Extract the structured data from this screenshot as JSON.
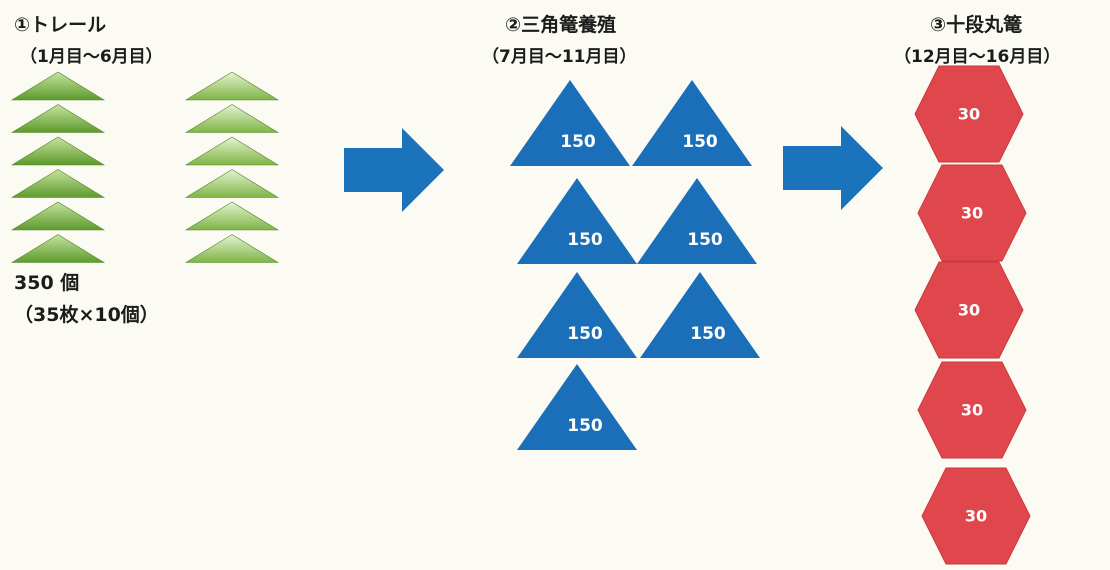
{
  "stage1": {
    "title": "①トレール",
    "period": "（1月目～6月目）",
    "count": "350 個",
    "breakdown": "（35枚×10個）",
    "color": "#7fb446"
  },
  "stage2": {
    "title": "②三角篭養殖",
    "period": "（7月目～11月目）",
    "color": "#1a6fb8",
    "cages": [
      "150",
      "150",
      "150",
      "150",
      "150",
      "150",
      "150"
    ]
  },
  "stage3": {
    "title": "③十段丸篭",
    "period": "（12月目～16月目）",
    "color": "#e0474c",
    "cages": [
      "30",
      "30",
      "30",
      "30",
      "30"
    ]
  },
  "arrow_color": "#1b74bb"
}
